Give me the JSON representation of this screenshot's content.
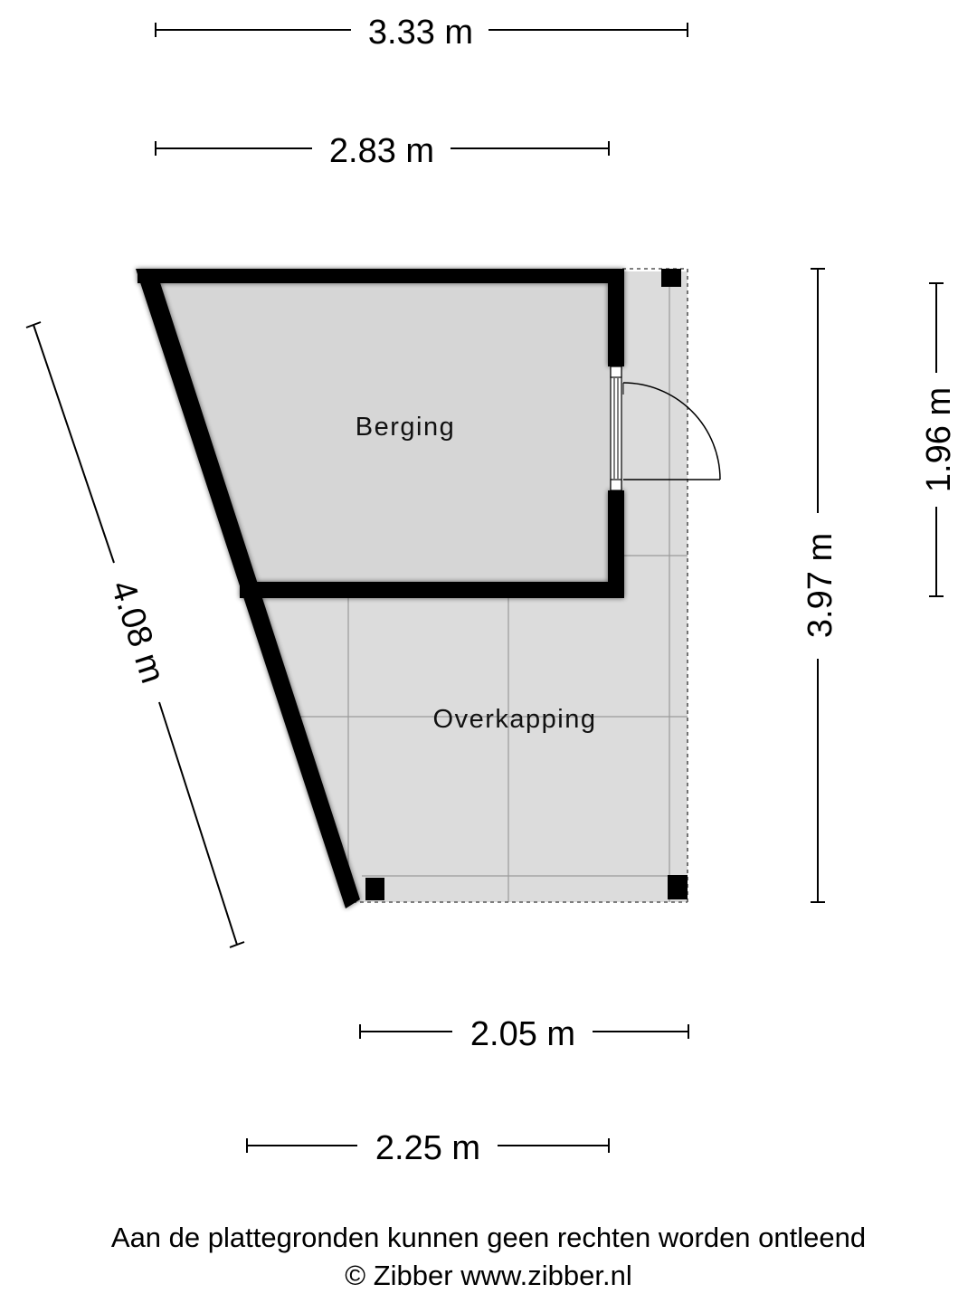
{
  "rooms": {
    "storage": "Berging",
    "canopy": "Overkapping"
  },
  "dimensions": {
    "top_outer": "3.33 m",
    "top_inner": "2.83 m",
    "left_diagonal": "4.08 m",
    "right_full": "3.97 m",
    "right_partial": "1.96 m",
    "bottom_inner": "2.05 m",
    "bottom_outer": "2.25 m"
  },
  "footer": {
    "disclaimer": "Aan de plattegronden kunnen geen rechten worden ontleend",
    "copyright": "© Zibber www.zibber.nl"
  },
  "colors": {
    "floor": "#dcdcdc",
    "wall": "#000000",
    "grid_line": "#9a9a9a"
  }
}
